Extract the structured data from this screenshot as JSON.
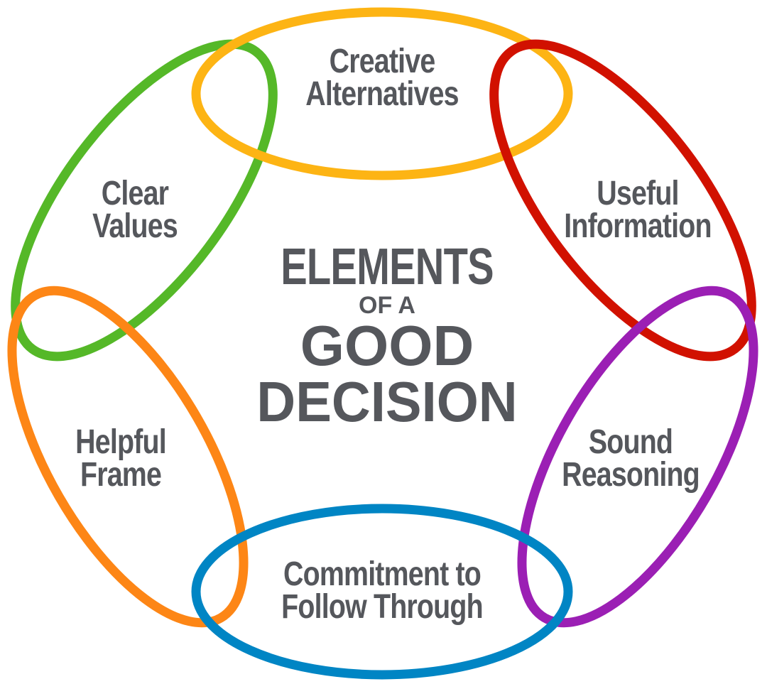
{
  "diagram": {
    "title": {
      "line1": "ELEMENTS",
      "line2": "OF A",
      "line3": "GOOD",
      "line4": "DECISION"
    },
    "text_color": "#55575c",
    "elements": [
      {
        "id": "creative-alternatives",
        "line1": "Creative",
        "line2": "Alternatives",
        "color": "#fdb414",
        "position": "top"
      },
      {
        "id": "useful-information",
        "line1": "Useful",
        "line2": "Information",
        "color": "#d11100",
        "position": "top-right"
      },
      {
        "id": "sound-reasoning",
        "line1": "Sound",
        "line2": "Reasoning",
        "color": "#9b1fb4",
        "position": "bottom-right"
      },
      {
        "id": "commitment-to-follow-through",
        "line1": "Commitment to",
        "line2": "Follow Through",
        "color": "#0085c4",
        "position": "bottom"
      },
      {
        "id": "helpful-frame",
        "line1": "Helpful",
        "line2": "Frame",
        "color": "#fd8616",
        "position": "bottom-left"
      },
      {
        "id": "clear-values",
        "line1": "Clear",
        "line2": "Values",
        "color": "#55b828",
        "position": "top-left"
      }
    ]
  }
}
